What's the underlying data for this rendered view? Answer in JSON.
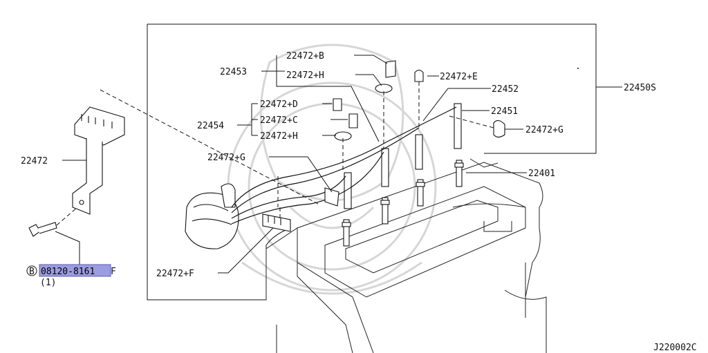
{
  "labels": {
    "l_22472_B": "22472+B",
    "l_22453": "22453",
    "l_22472_H_top": "22472+H",
    "l_22472_E": "22472+E",
    "l_22452": "22452",
    "l_22450S": "22450S",
    "l_22472_D": "22472+D",
    "l_22451": "22451",
    "l_22454": "22454",
    "l_22472_C": "22472+C",
    "l_22472_G_right": "22472+G",
    "l_22472_H_mid": "22472+H",
    "l_22472_G_left": "22472+G",
    "l_22401": "22401",
    "l_22472": "22472",
    "l_22472_F": "22472+F",
    "bolt_marker": "B",
    "bolt_part": "08120-8161",
    "bolt_suffix": "F",
    "bolt_qty": "(1)",
    "diagram_code": "J220002C"
  },
  "colors": {
    "highlight": "#9c9ce0",
    "line": "#111111",
    "watermark": "#d6d6d6"
  }
}
